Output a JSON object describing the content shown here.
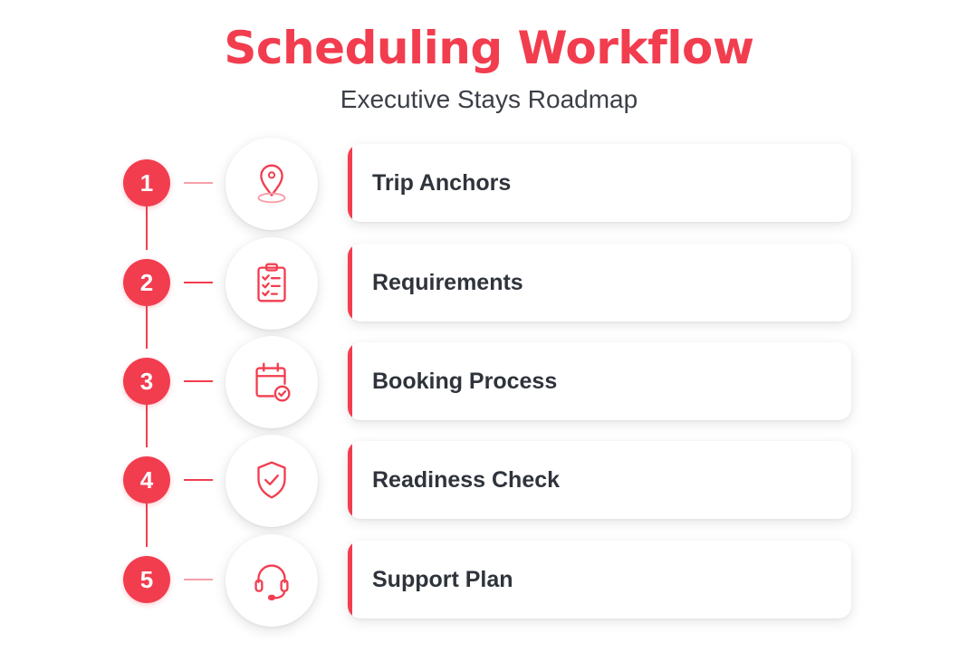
{
  "header": {
    "title": "Scheduling Workflow",
    "subtitle": "Executive Stays Roadmap"
  },
  "colors": {
    "accent": "#f23d4f",
    "text": "#2f333b",
    "background": "#ffffff"
  },
  "steps": [
    {
      "number": "1",
      "icon": "location-pin-icon",
      "label": "Trip Anchors"
    },
    {
      "number": "2",
      "icon": "clipboard-checklist-icon",
      "label": "Requirements"
    },
    {
      "number": "3",
      "icon": "calendar-check-icon",
      "label": "Booking Process"
    },
    {
      "number": "4",
      "icon": "shield-check-icon",
      "label": "Readiness Check"
    },
    {
      "number": "5",
      "icon": "headset-icon",
      "label": "Support Plan"
    }
  ]
}
